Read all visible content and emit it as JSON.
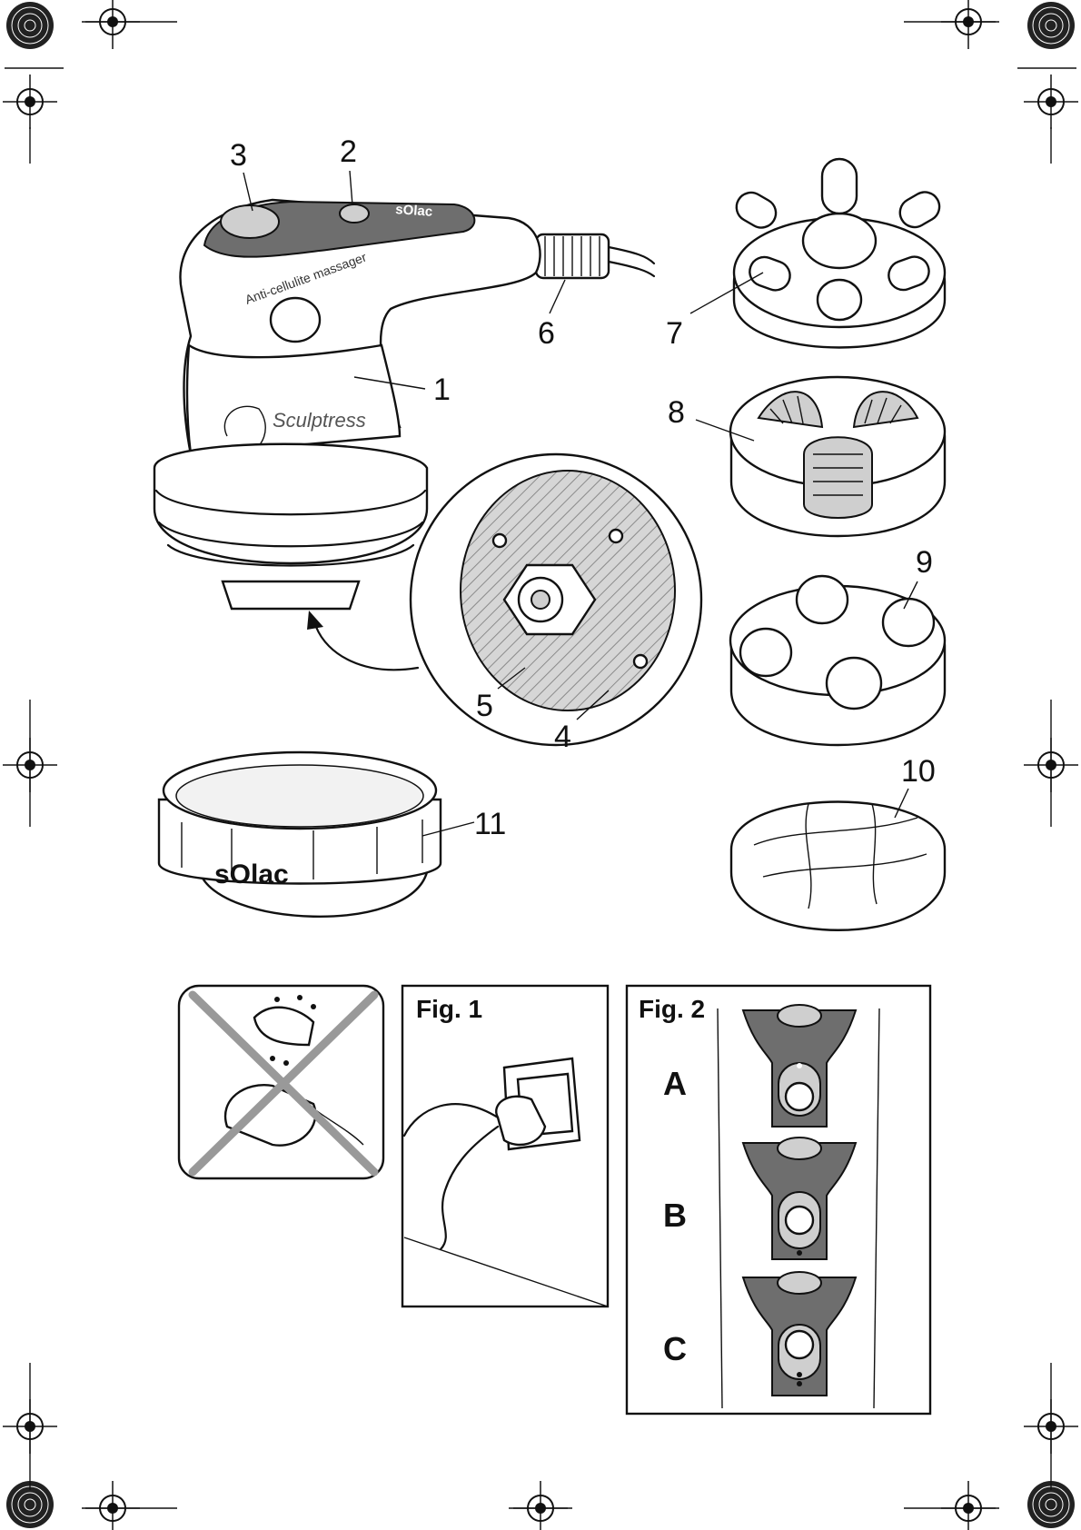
{
  "product": {
    "brand": "sOlac",
    "model_label": "Anti-cellulite massager",
    "script_logo": "Sculptress"
  },
  "callouts": [
    "1",
    "2",
    "3",
    "4",
    "5",
    "6",
    "7",
    "8",
    "9",
    "10",
    "11"
  ],
  "figures": {
    "fig1_title": "Fig. 1",
    "fig2_title": "Fig. 2",
    "fig2_steps": [
      "A",
      "B",
      "C"
    ]
  },
  "colors": {
    "line": "#111111",
    "grey_fill": "#6e6e6e",
    "light_fill": "#cfcfcf"
  }
}
